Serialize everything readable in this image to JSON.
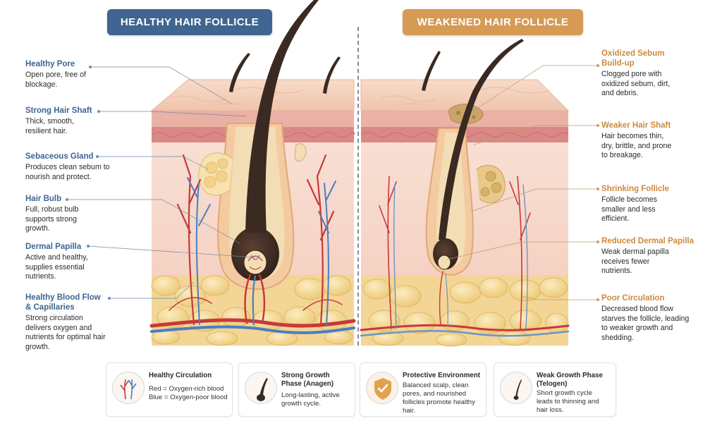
{
  "panels": {
    "left_title": "HEALTHY HAIR FOLLICLE",
    "right_title": "WEAKENED HAIR FOLLICLE"
  },
  "left_labels": [
    {
      "title": "Healthy Pore",
      "desc": "Open pore, free of blockage."
    },
    {
      "title": "Strong Hair Shaft",
      "desc": "Thick, smooth, resilient hair."
    },
    {
      "title": "Sebaceous Gland",
      "desc": "Produces clean sebum to nourish and protect."
    },
    {
      "title": "Hair Bulb",
      "desc": "Full, robust bulb supports strong growth."
    },
    {
      "title": "Dermal Papilla",
      "desc": "Active and healthy, supplies essential nutrients."
    },
    {
      "title": "Healthy Blood Flow & Capillaries",
      "desc": "Strong circulation delivers oxygen and nutrients for optimal hair growth."
    }
  ],
  "right_labels": [
    {
      "title": "Oxidized Sebum Build-up",
      "desc": "Clogged pore with oxidized sebum, dirt, and debris."
    },
    {
      "title": "Weaker Hair Shaft",
      "desc": "Hair becomes thin, dry, brittle, and prone to breakage."
    },
    {
      "title": "Shrinking Follicle",
      "desc": "Follicle becomes smaller and less efficient."
    },
    {
      "title": "Reduced Dermal Papilla",
      "desc": "Weak dermal papilla receives fewer nutrients."
    },
    {
      "title": "Poor Circulation",
      "desc": "Decreased blood flow starves the follicle, leading to weaker growth and shedding."
    }
  ],
  "legend": [
    {
      "title": "Healthy Circulation",
      "lines": [
        "Red = Oxygen-rich blood",
        "Blue = Oxygen-poor blood"
      ],
      "icon": "capillary-icon"
    },
    {
      "title": "Strong Growth Phase (Anagen)",
      "lines": [
        "Long-lasting, active growth cycle."
      ],
      "icon": "strong-hair-icon"
    },
    {
      "title": "Protective Environment",
      "lines": [
        "Balanced scalp, clean pores, and nourished follicles promote healthy hair."
      ],
      "icon": "shield-check-icon"
    },
    {
      "title": "Weak Growth Phase (Telogen)",
      "lines": [
        "Short growth cycle leads to thinning and hair loss."
      ],
      "icon": "weak-hair-icon"
    }
  ],
  "colors": {
    "healthy_accent": "#3f6590",
    "weakened_accent": "#d69a55",
    "artery": "#c8383a",
    "vein": "#4a7fc0",
    "skin": "#f6d7c6",
    "fat": "#f4dc9a",
    "hair": "#3b2a22"
  }
}
